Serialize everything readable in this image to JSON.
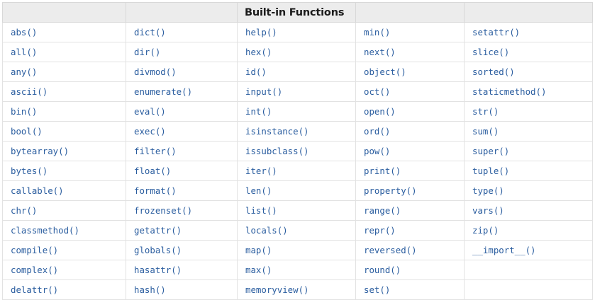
{
  "table": {
    "caption": "Built-in Functions",
    "header": {
      "cells": [
        "",
        "",
        "Built-in Functions",
        "",
        ""
      ],
      "title_column_index": 2,
      "background_color": "#ececec",
      "text_color": "#1b1b1b"
    },
    "style": {
      "link_color": "#2a5d9f",
      "border_color": "#e2e2e2",
      "outer_border_color": "#d8d8d8",
      "page_background": "#ffffff"
    },
    "column_count": 5,
    "row_count": 13,
    "rows": [
      [
        "abs()",
        "dict()",
        "help()",
        "min()",
        "setattr()"
      ],
      [
        "all()",
        "dir()",
        "hex()",
        "next()",
        "slice()"
      ],
      [
        "any()",
        "divmod()",
        "id()",
        "object()",
        "sorted()"
      ],
      [
        "ascii()",
        "enumerate()",
        "input()",
        "oct()",
        "staticmethod()"
      ],
      [
        "bin()",
        "eval()",
        "int()",
        "open()",
        "str()"
      ],
      [
        "bool()",
        "exec()",
        "isinstance()",
        "ord()",
        "sum()"
      ],
      [
        "bytearray()",
        "filter()",
        "issubclass()",
        "pow()",
        "super()"
      ],
      [
        "bytes()",
        "float()",
        "iter()",
        "print()",
        "tuple()"
      ],
      [
        "callable()",
        "format()",
        "len()",
        "property()",
        "type()"
      ],
      [
        "chr()",
        "frozenset()",
        "list()",
        "range()",
        "vars()"
      ],
      [
        "classmethod()",
        "getattr()",
        "locals()",
        "repr()",
        "zip()"
      ],
      [
        "compile()",
        "globals()",
        "map()",
        "reversed()",
        "__import__()"
      ],
      [
        "complex()",
        "hasattr()",
        "max()",
        "round()",
        ""
      ],
      [
        "delattr()",
        "hash()",
        "memoryview()",
        "set()",
        ""
      ]
    ]
  }
}
